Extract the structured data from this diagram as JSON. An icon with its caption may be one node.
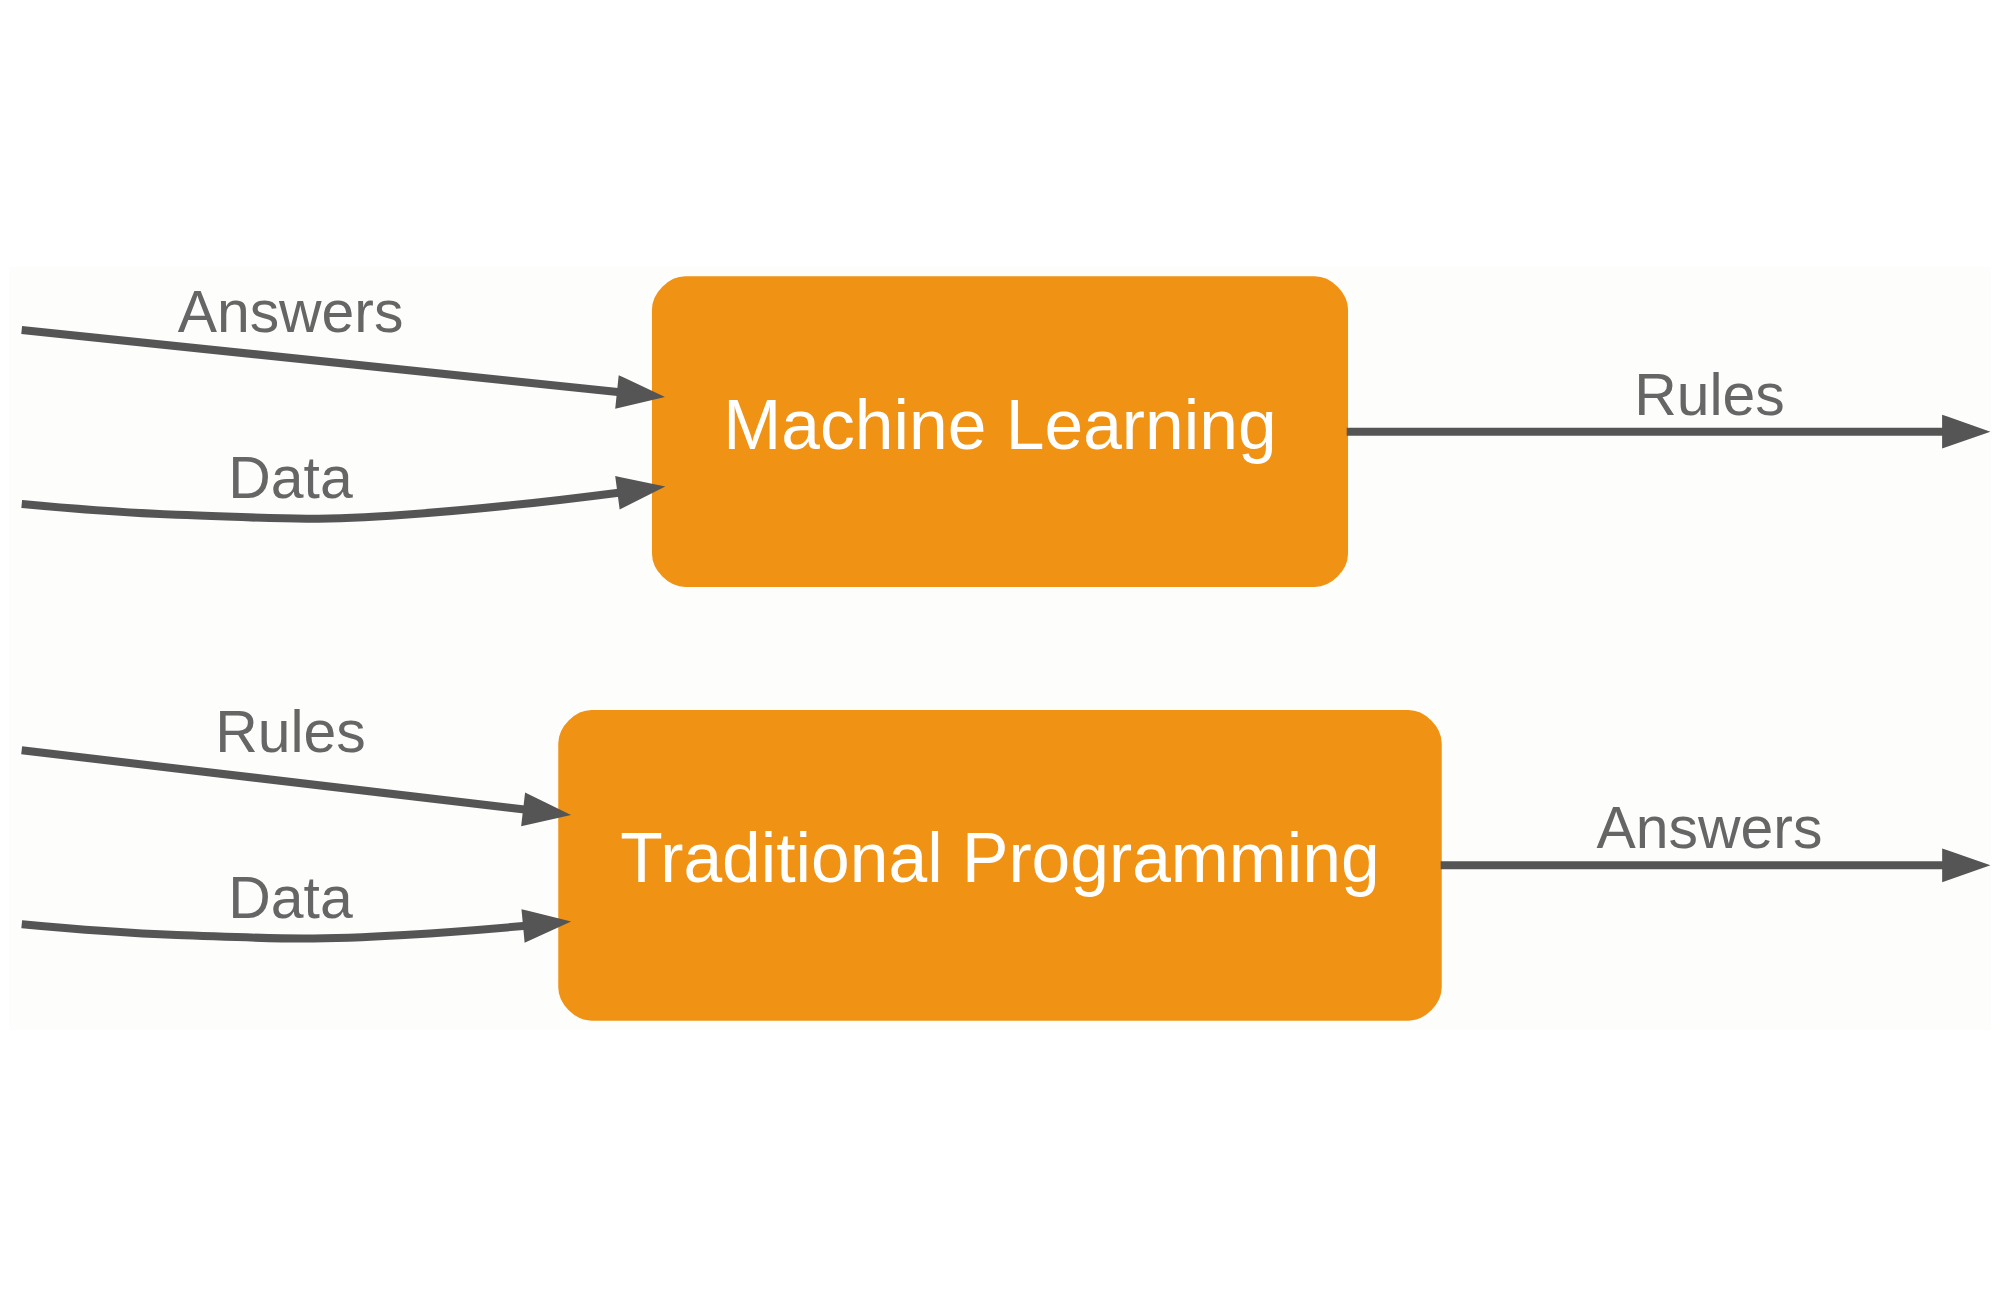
{
  "diagram": {
    "nodes": [
      {
        "text": [
          "Traditional Programming"
        ]
      },
      {
        "text": [
          "Machine Learning"
        ]
      }
    ],
    "edges": [
      {
        "from": null,
        "to": 0,
        "arrow": "to",
        "label": "Rules"
      },
      {
        "from": null,
        "to": 0,
        "arrow": "to",
        "label": "Data"
      },
      {
        "from": 0,
        "to": null,
        "arrow": "to",
        "label": "Answers"
      },
      {
        "from": null,
        "to": 1,
        "arrow": "to",
        "label": "Answers"
      },
      {
        "from": null,
        "to": 1,
        "arrow": "to",
        "label": "Data"
      },
      {
        "from": 1,
        "to": null,
        "arrow": "to",
        "label": "Rules"
      }
    ]
  }
}
